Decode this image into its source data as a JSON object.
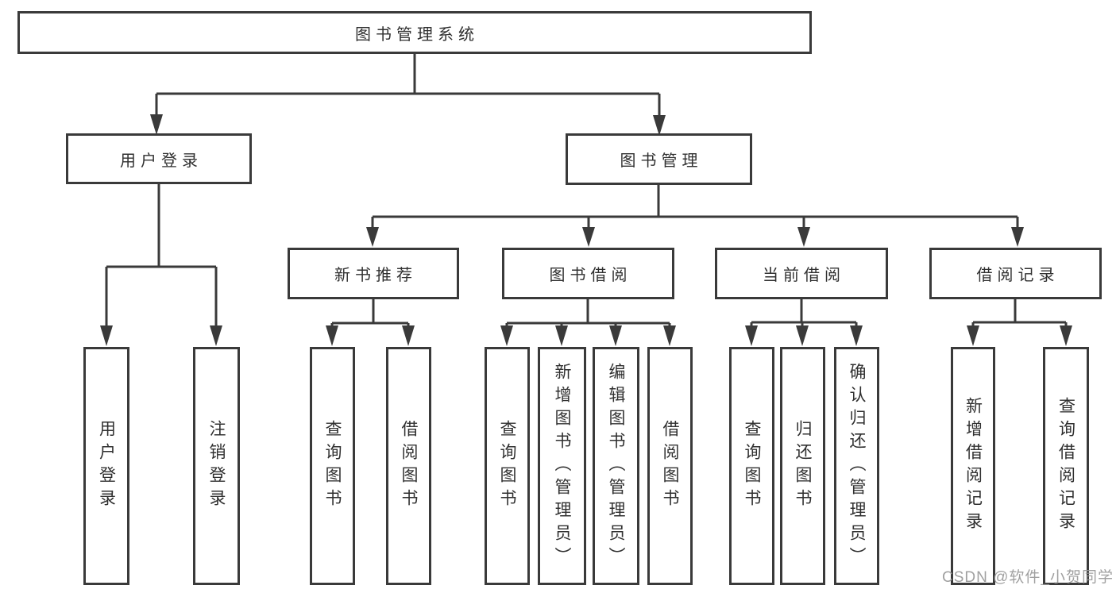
{
  "tree": {
    "label": "图书管理系统",
    "children": [
      {
        "label": "用户登录",
        "children": [
          {
            "label": "用户登录"
          },
          {
            "label": "注销登录"
          }
        ]
      },
      {
        "label": "图书管理",
        "children": [
          {
            "label": "新书推荐",
            "children": [
              {
                "label": "查询图书"
              },
              {
                "label": "借阅图书"
              }
            ]
          },
          {
            "label": "图书借阅",
            "children": [
              {
                "label": "查询图书"
              },
              {
                "label": "新增图书（管理员）"
              },
              {
                "label": "编辑图书（管理员）"
              },
              {
                "label": "借阅图书"
              }
            ]
          },
          {
            "label": "当前借阅",
            "children": [
              {
                "label": "查询图书"
              },
              {
                "label": "归还图书"
              },
              {
                "label": "确认归还（管理员）"
              }
            ]
          },
          {
            "label": "借阅记录",
            "children": [
              {
                "label": "新增借阅记录"
              },
              {
                "label": "查询借阅记录"
              }
            ]
          }
        ]
      }
    ]
  },
  "watermark": {
    "text": "CSDN @软件_小贺同学"
  },
  "colors": {
    "line": "#3a3a3a",
    "text": "#303030",
    "watermark": "#989898",
    "background": "#ffffff"
  }
}
